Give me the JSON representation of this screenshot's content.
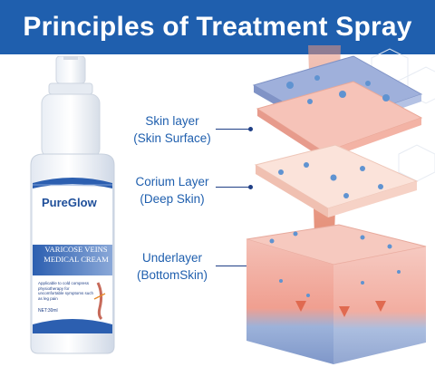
{
  "banner": {
    "title": "Principles of Treatment Spray"
  },
  "bottle": {
    "brand": "PureGlow",
    "product_line1": "VARICOSE VEINS",
    "product_line2": "MEDICAL CREAM",
    "description": "Applicable to cold compress physiotherapy for uncomfortable symptoms such as leg pain",
    "net": "NET:30ml"
  },
  "layers": [
    {
      "line1": "Skin layer",
      "line2": "(Skin Surface)"
    },
    {
      "line1": "Corium Layer",
      "line2": "(Deep Skin)"
    },
    {
      "line1": "Underlayer",
      "line2": "(BottomSkin)"
    }
  ],
  "colors": {
    "banner": "#1f5fae",
    "label_text": "#1f5fae",
    "skin_pink": "#f2b3a8",
    "tissue_blue": "#9fb6dc"
  }
}
